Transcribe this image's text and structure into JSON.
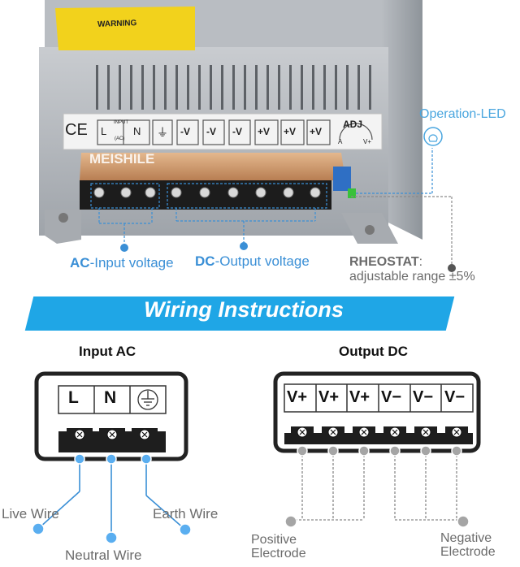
{
  "photo": {
    "warning_label": "WARNING",
    "brand": "MEISHILE",
    "terminal_labels": [
      "L",
      "N",
      "⏚",
      "-V",
      "-V",
      "-V",
      "+V",
      "+V",
      "+V"
    ],
    "input_small": "INPUT",
    "input_ac": "(AC)",
    "adj_label": "ADJ",
    "adj_a": "A",
    "adj_v": "V+",
    "ce_mark": "CE",
    "callout_ac_prefix": "AC",
    "callout_ac_suffix": "-Input voltage",
    "callout_dc_prefix": "DC",
    "callout_dc_suffix": "-Output voltage",
    "callout_led": "Operation-LED",
    "callout_rheostat_title": "RHEOSTAT",
    "callout_rheostat_colon": ":",
    "callout_rheostat_desc": "adjustable range ±5%"
  },
  "banner": {
    "title": "Wiring Instructions"
  },
  "input_ac": {
    "title": "Input AC",
    "terminals": [
      "L",
      "N",
      "⏚"
    ],
    "wires": [
      "Live Wire",
      "Neutral Wire",
      "Earth Wire"
    ]
  },
  "output_dc": {
    "title": "Output DC",
    "terminals": [
      "V+",
      "V+",
      "V+",
      "V−",
      "V−",
      "V−"
    ],
    "positive_line1": "Positive",
    "positive_line2": "Electrode",
    "negative_line1": "Negative",
    "negative_line2": "Electrode"
  },
  "colors": {
    "accent_blue": "#3a8fd6",
    "banner_blue": "#1fa6e6",
    "wire_grey": "#8a8a8a"
  }
}
